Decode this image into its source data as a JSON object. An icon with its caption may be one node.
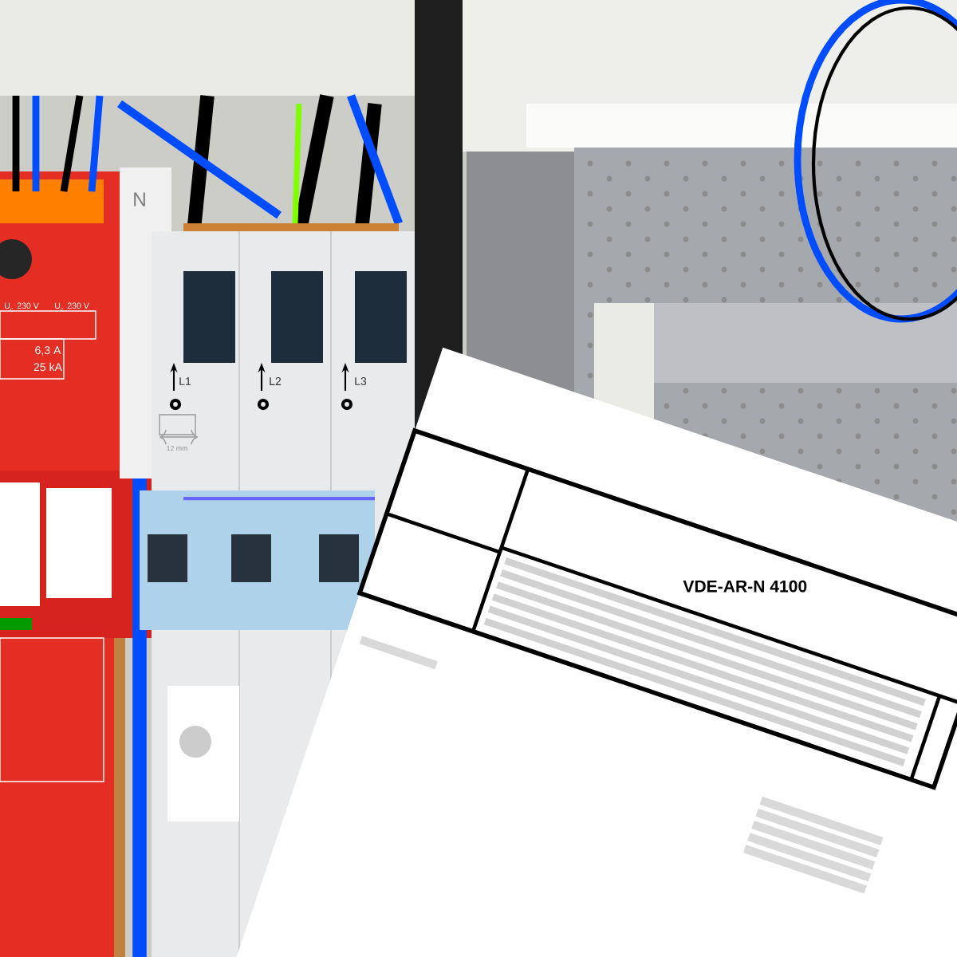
{
  "diagram": {
    "labels": [
      "U$_{c}$ 230 V",
      "U$_{c}$ 230 V",
      "6,3 A",
      "25 kA",
      "N",
      "L1",
      "L2",
      "L3",
      "12 mm",
      "VDE-AR-N 4100"
    ]
  }
}
